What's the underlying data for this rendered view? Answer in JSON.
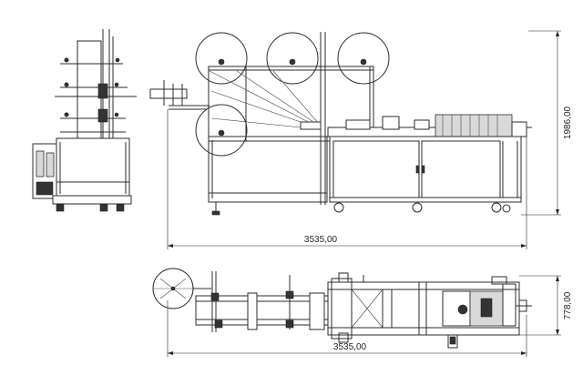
{
  "dimensions": {
    "front_width": "3535,00",
    "front_height": "1986,00",
    "top_width": "3535,00",
    "top_depth": "778,00"
  },
  "colors": {
    "line": "#2b2b2b",
    "background": "#ffffff",
    "panel_fill": "#d9d9d9"
  }
}
